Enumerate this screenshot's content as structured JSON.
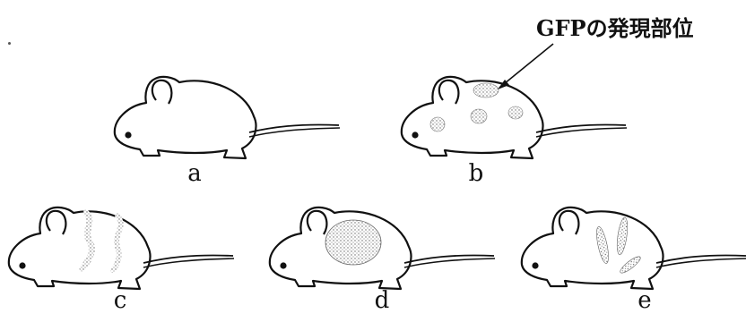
{
  "callout": "GFPの発現部位",
  "labels": {
    "a": "a",
    "b": "b",
    "c": "c",
    "d": "d",
    "e": "e"
  }
}
